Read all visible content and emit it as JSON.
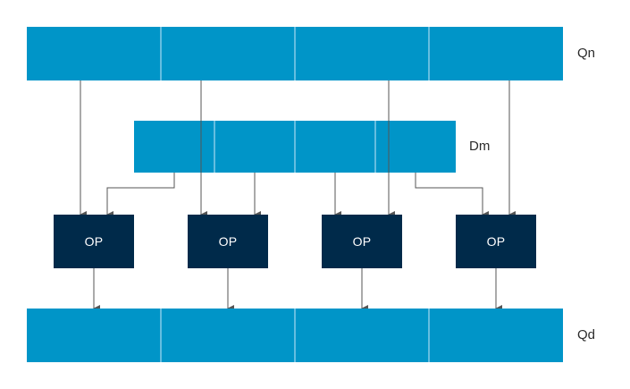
{
  "registers": {
    "qn": {
      "label": "Qn",
      "lanes": 4
    },
    "dm": {
      "label": "Dm",
      "lanes": 4
    },
    "qd": {
      "label": "Qd",
      "lanes": 4
    }
  },
  "operations": [
    {
      "label": "OP"
    },
    {
      "label": "OP"
    },
    {
      "label": "OP"
    },
    {
      "label": "OP"
    }
  ],
  "colors": {
    "register_fill": "#0095c8",
    "lane_divider": "#a8daf0",
    "op_fill": "#002a4a",
    "arrow": "#555555"
  }
}
